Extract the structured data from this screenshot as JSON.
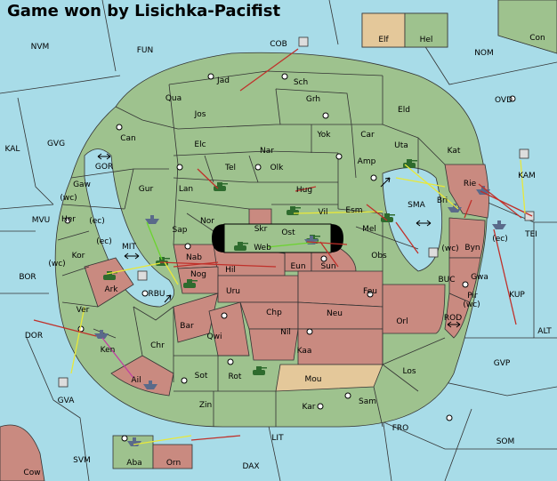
{
  "title": "Game won by Lisichka-Pacifist",
  "inset": {
    "left_label": "Elf",
    "right_label": "Hel"
  },
  "sea_labels": [
    "NVM",
    "FUN",
    "COB",
    "NOM",
    "Con",
    "OVD",
    "KAL",
    "GVG",
    "GOR",
    "MVU",
    "BOR",
    "DOR",
    "GVA",
    "MIT",
    "RBU",
    "SMA",
    "KAM",
    "TEI",
    "KUP",
    "BUC",
    "ROD",
    "ALT",
    "GVP",
    "FRO",
    "SOM",
    "SVM",
    "LIT",
    "DAX",
    "Cow"
  ],
  "land_labels": [
    "Jad",
    "Sch",
    "Qua",
    "Grh",
    "Jos",
    "Eld",
    "Can",
    "Yok",
    "Car",
    "Elc",
    "Nar",
    "Uta",
    "Kat",
    "Tel",
    "Olk",
    "Amp",
    "Gaw",
    "Gur",
    "Lan",
    "Hug",
    "Rie",
    "Bri",
    "Her",
    "Nor",
    "Vil",
    "Esm",
    "Sap",
    "Skr",
    "Ost",
    "Mel",
    "Kor",
    "Web",
    "Byn",
    "Nab",
    "Hil",
    "Obs",
    "Eun",
    "Sun",
    "Ark",
    "Nog",
    "Gwa",
    "Uru",
    "Feu",
    "Pir",
    "Chp",
    "Neu",
    "Ver",
    "Bar",
    "Qwi",
    "Nil",
    "Orl",
    "Ken",
    "Chr",
    "Kaa",
    "Los",
    "Mou",
    "Ail",
    "Sot",
    "Rot",
    "Zin",
    "Kar",
    "Sam",
    "Aba",
    "Orn"
  ],
  "coast_labels": [
    "(wc)",
    "(ec)",
    "(ec)",
    "(wc)",
    "(wc)",
    "(ec)",
    "(wc)"
  ],
  "colors": {
    "green": "#9ec28e",
    "red": "#c98a80",
    "tan": "#e4c89a",
    "sea": "#a8dce8"
  }
}
